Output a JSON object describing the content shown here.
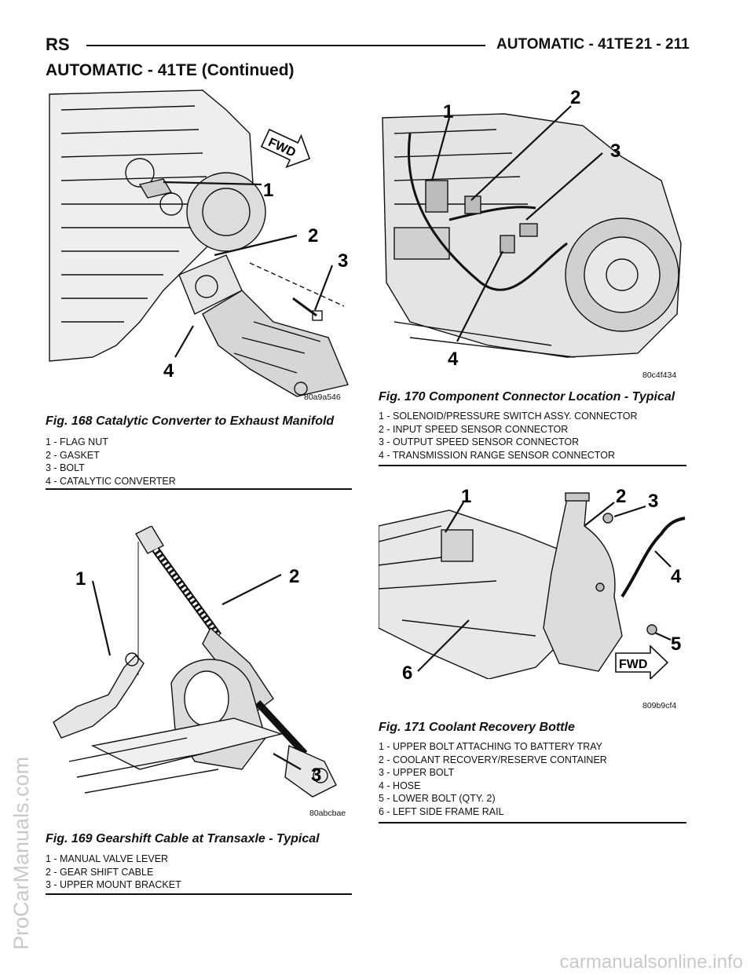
{
  "header": {
    "left": "RS",
    "right": "AUTOMATIC - 41TE",
    "page": "21 - 211"
  },
  "continued_title": "AUTOMATIC - 41TE (Continued)",
  "figures": {
    "fig168": {
      "caption": "Fig. 168 Catalytic Converter to Exhaust Manifold",
      "code": "80a9a546",
      "fwd_label": "FWD",
      "callouts": [
        "1",
        "2",
        "3",
        "4"
      ],
      "legend": [
        "1 - FLAG NUT",
        "2 - GASKET",
        "3 - BOLT",
        "4 - CATALYTIC CONVERTER"
      ]
    },
    "fig169": {
      "caption": "Fig. 169 Gearshift Cable at Transaxle - Typical",
      "code": "80abcbae",
      "callouts": [
        "1",
        "2",
        "3"
      ],
      "legend": [
        "1 - MANUAL VALVE LEVER",
        "2 - GEAR SHIFT CABLE",
        "3 - UPPER MOUNT BRACKET"
      ]
    },
    "fig170": {
      "caption": "Fig. 170 Component Connector Location - Typical",
      "code": "80c4f434",
      "callouts": [
        "1",
        "2",
        "3",
        "4"
      ],
      "legend": [
        "1 - SOLENOID/PRESSURE SWITCH ASSY. CONNECTOR",
        "2 - INPUT SPEED SENSOR CONNECTOR",
        "3 - OUTPUT SPEED SENSOR CONNECTOR",
        "4 - TRANSMISSION RANGE SENSOR CONNECTOR"
      ]
    },
    "fig171": {
      "caption": "Fig. 171 Coolant Recovery Bottle",
      "code": "809b9cf4",
      "fwd_label": "FWD",
      "callouts": [
        "1",
        "2",
        "3",
        "4",
        "5",
        "6"
      ],
      "legend": [
        "1 - UPPER BOLT ATTACHING TO BATTERY TRAY",
        "2 - COOLANT RECOVERY/RESERVE CONTAINER",
        "3 - UPPER BOLT",
        "4 - HOSE",
        "5 - LOWER BOLT (QTY. 2)",
        "6 - LEFT SIDE FRAME RAIL"
      ]
    }
  },
  "watermarks": {
    "side": "ProCarManuals.com",
    "footer": "carmanualsonline.info"
  }
}
